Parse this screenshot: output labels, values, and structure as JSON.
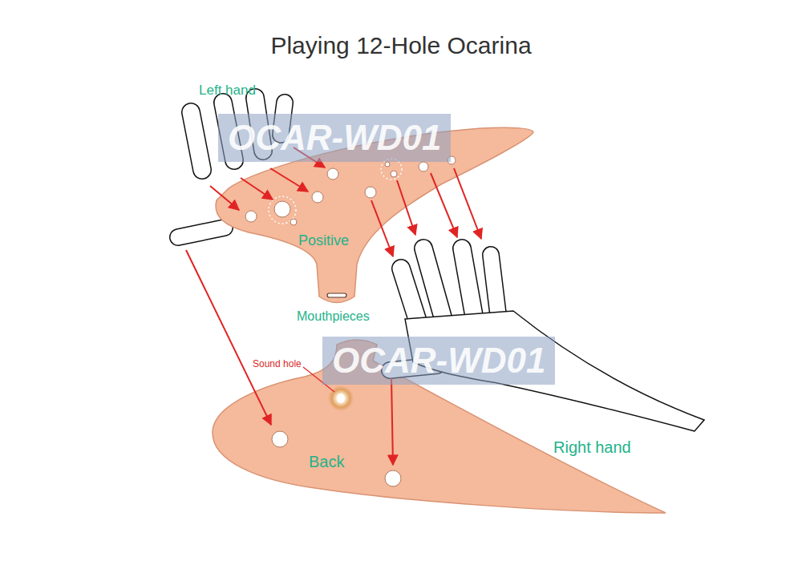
{
  "diagram": {
    "title": "Playing 12-Hole Ocarina",
    "nodes": [
      {
        "text": [
          "Positive"
        ]
      },
      {
        "text": [
          "Back"
        ]
      }
    ],
    "labels": [
      "Left hand",
      "Mouthpieces",
      "Sound hole",
      "Right hand",
      "OCAR-WD01",
      "OCAR-WD01"
    ]
  }
}
